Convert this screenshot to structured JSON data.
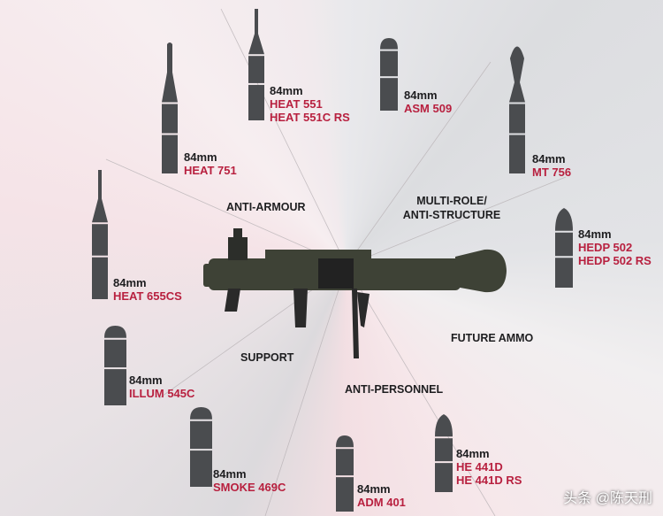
{
  "categories": {
    "anti_armour": "ANTI-ARMOUR",
    "multi_role_1": "MULTI-ROLE/",
    "multi_role_2": "ANTI-STRUCTURE",
    "future_ammo": "FUTURE AMMO",
    "support": "SUPPORT",
    "anti_personnel": "ANTI-PERSONNEL"
  },
  "rounds": [
    {
      "caliber": "84mm",
      "names": [
        "HEAT 551",
        "HEAT 551C RS"
      ]
    },
    {
      "caliber": "84mm",
      "names": [
        "HEAT 751"
      ]
    },
    {
      "caliber": "84mm",
      "names": [
        "HEAT 655CS"
      ]
    },
    {
      "caliber": "84mm",
      "names": [
        "ILLUM 545C"
      ]
    },
    {
      "caliber": "84mm",
      "names": [
        "SMOKE 469C"
      ]
    },
    {
      "caliber": "84mm",
      "names": [
        "ADM 401"
      ]
    },
    {
      "caliber": "84mm",
      "names": [
        "HE 441D",
        "HE 441D RS"
      ]
    },
    {
      "caliber": "84mm",
      "names": [
        "HEDP 502",
        "HEDP 502 RS"
      ]
    },
    {
      "caliber": "84mm",
      "names": [
        "MT 756"
      ]
    },
    {
      "caliber": "84mm",
      "names": [
        "ASM 509"
      ]
    }
  ],
  "colors": {
    "round_name": "#b8203f",
    "round_body": "#4a4c4f",
    "launcher": "#3e4236"
  },
  "watermark": "头条 @陈天刑"
}
